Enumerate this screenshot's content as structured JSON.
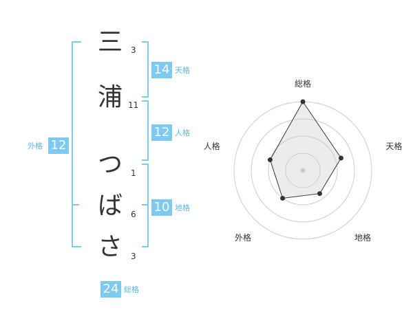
{
  "name": {
    "characters": [
      {
        "char": "三",
        "strokes": "3"
      },
      {
        "char": "浦",
        "strokes": "11"
      },
      {
        "char": "つ",
        "strokes": "1"
      },
      {
        "char": "ば",
        "strokes": "6"
      },
      {
        "char": "さ",
        "strokes": "3"
      }
    ]
  },
  "fortune": {
    "tenkaku": {
      "value": "14",
      "label": "天格"
    },
    "jinkaku": {
      "value": "12",
      "label": "人格"
    },
    "chikaku": {
      "value": "10",
      "label": "地格"
    },
    "gaikaku": {
      "value": "12",
      "label": "外格"
    },
    "soukaku": {
      "value": "24",
      "label": "総格"
    }
  },
  "colors": {
    "accent": "#7cc9f2",
    "text": "#333333",
    "accent_text": "#5bb8ea"
  },
  "chart_data": {
    "type": "radar",
    "axes": [
      "総格",
      "天格",
      "地格",
      "外格",
      "人格"
    ],
    "values": [
      24,
      14,
      10,
      12,
      12
    ],
    "rings": 4
  }
}
